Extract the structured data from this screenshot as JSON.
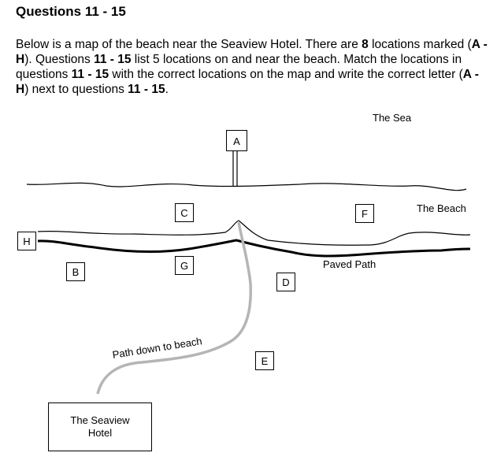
{
  "heading": "Questions 11 - 15",
  "intro": {
    "p1": "Below is a map of the beach near the Seaview Hotel. There are ",
    "count": "8",
    "p2": " locations marked (",
    "range1": "A - H",
    "p3": "). Questions ",
    "q1": "11 - 15",
    "p4": " list 5 locations on and near the beach. Match the locations in questions ",
    "q2": "11 - 15",
    "p5": " with the correct locations on the map and write the correct letter (",
    "range2": "A - H",
    "p6": ") next to questions ",
    "q3": "11 - 15",
    "p7": "."
  },
  "map": {
    "labels": {
      "sea": "The Sea",
      "beach": "The Beach",
      "paved_path": "Paved Path",
      "path_down": "Path down to beach",
      "hotel_line1": "The Seaview",
      "hotel_line2": "Hotel"
    },
    "markers": [
      "A",
      "B",
      "C",
      "D",
      "E",
      "F",
      "G",
      "H"
    ]
  }
}
